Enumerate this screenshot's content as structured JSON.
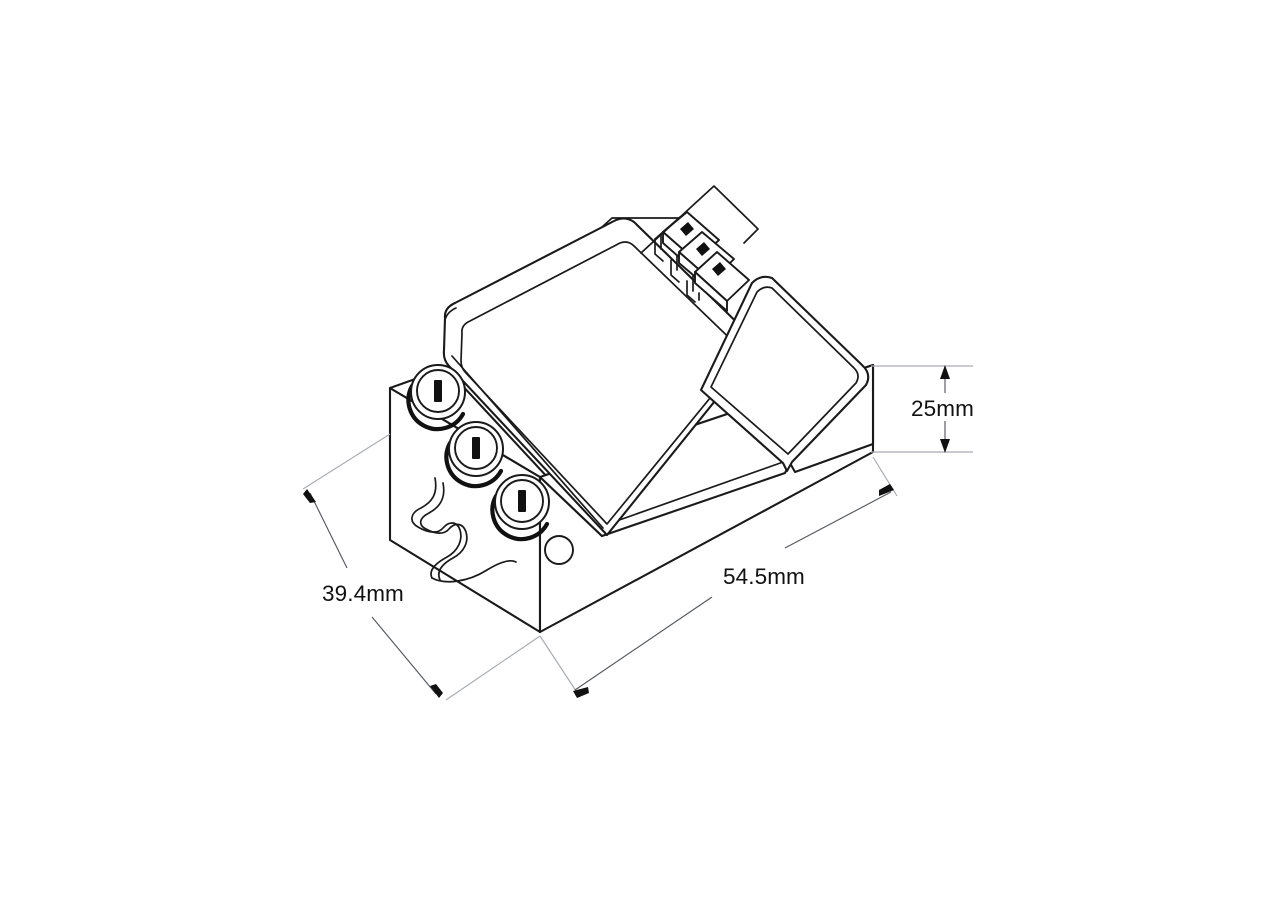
{
  "drawing": {
    "title": "Isometric dimensioned drawing of an electrical control module",
    "background_color": "#ffffff",
    "line_color": "#1a1a1a",
    "dimension_line_color": "#55585c",
    "extension_line_color": "#a9acb0",
    "text_color": "#111111",
    "projection": "isometric",
    "units": "mm"
  },
  "dimensions": {
    "depth": {
      "label": "39.4mm",
      "value": 39.4,
      "unit": "mm",
      "orientation": "diagonal-left",
      "describes": "module depth along left-front edge"
    },
    "length": {
      "label": "54.5mm",
      "value": 54.5,
      "unit": "mm",
      "orientation": "diagonal-right",
      "describes": "module length along right-front edge"
    },
    "height": {
      "label": "25mm",
      "value": 25,
      "unit": "mm",
      "orientation": "vertical",
      "describes": "module body height at right side"
    }
  },
  "features": {
    "screw_terminals_front": {
      "name": "front screw terminals",
      "count": 3,
      "style": "slotted round screw heads"
    },
    "terminal_block_top": {
      "name": "top terminal block connectors",
      "count": 3,
      "style": "slotted rectangular connectors"
    },
    "pilot_hole": {
      "name": "small round hole",
      "count": 1
    },
    "wave_cutout": {
      "name": "wavy edge profile",
      "count": 1
    },
    "raised_cover": {
      "name": "raised rounded top cover",
      "count": 1
    },
    "side_cover": {
      "name": "rounded side cover panel",
      "count": 1
    }
  }
}
